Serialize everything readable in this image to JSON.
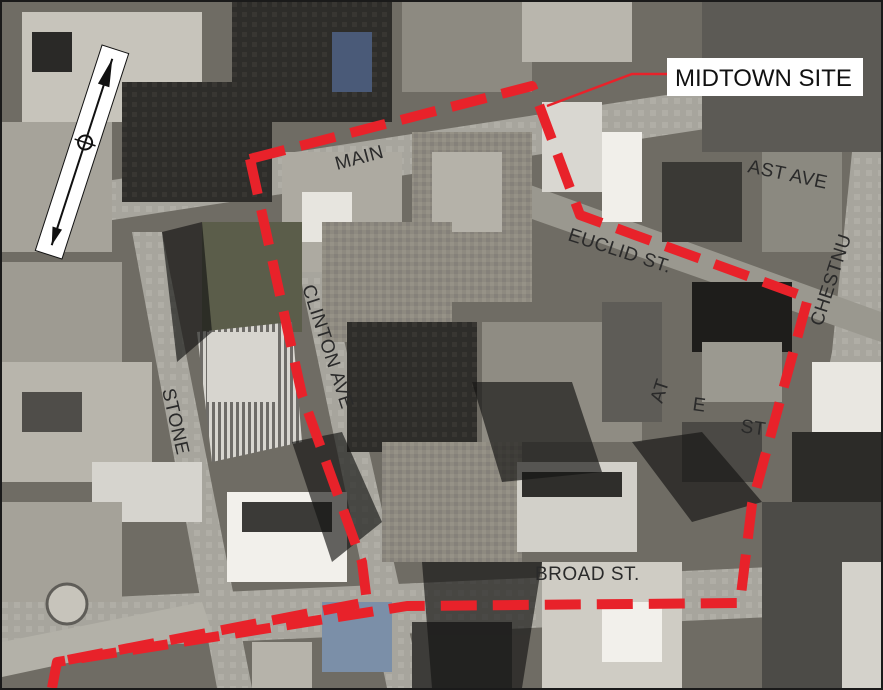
{
  "map": {
    "callout_label": "MIDTOWN SITE",
    "streets": {
      "main": "MAIN",
      "east_ave": "AST AVE",
      "euclid": "EUCLID ST.",
      "chestnut": "CHESTNU",
      "clinton": "CLINTON AVE",
      "stone": "STONE",
      "broad": "BROAD ST.",
      "atlas_fragment": "AT",
      "elm_fragment": "E",
      "elm_st": "ST"
    },
    "north_arrow_icon": "north-arrow-icon",
    "colors": {
      "boundary": "#e8222a",
      "callout_line": "#e8222a",
      "callout_box": "#ffffff"
    }
  }
}
